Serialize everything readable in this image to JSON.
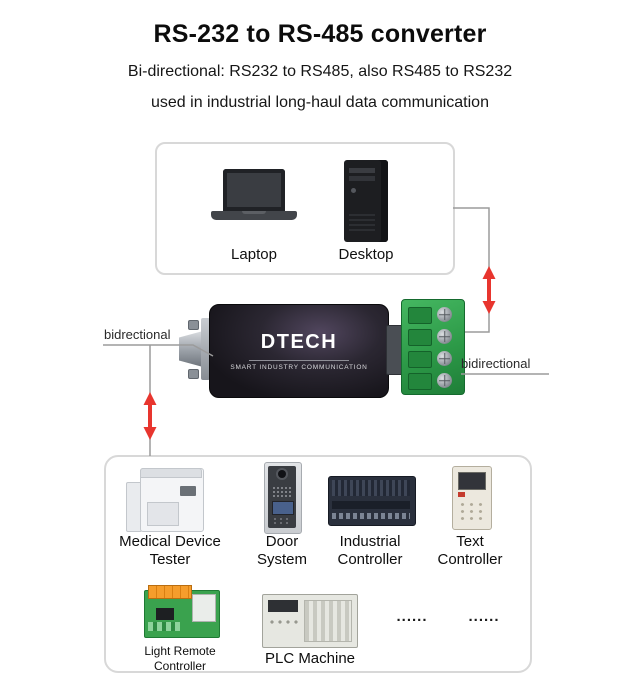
{
  "header": {
    "title": "RS-232 to RS-485 converter",
    "subtitle": "Bi-directional: RS232 to RS485, also RS485 to RS232",
    "subtitle2": "used in industrial long-haul data communication"
  },
  "source_devices": {
    "laptop_label": "Laptop",
    "desktop_label": "Desktop"
  },
  "converter": {
    "brand": "DTECH",
    "tagline": "SMART INDUSTRY COMMUNICATION",
    "left_direction_label": "bidrectional",
    "right_direction_label": "bidirectional"
  },
  "target_devices": {
    "row1": [
      {
        "label": "Medical Device\nTester"
      },
      {
        "label": "Door\nSystem"
      },
      {
        "label": "Industrial\nController"
      },
      {
        "label": "Text\nController"
      }
    ],
    "row2": [
      {
        "label": "Light Remote\nController"
      },
      {
        "label": "PLC Machine"
      }
    ],
    "ellipsis1": "......",
    "ellipsis2": "......"
  },
  "colors": {
    "arrow_red": "#e8352e",
    "terminal_green": "#2d9a48",
    "panel_border": "#d8d8d8",
    "converter_body": "#17151b"
  }
}
